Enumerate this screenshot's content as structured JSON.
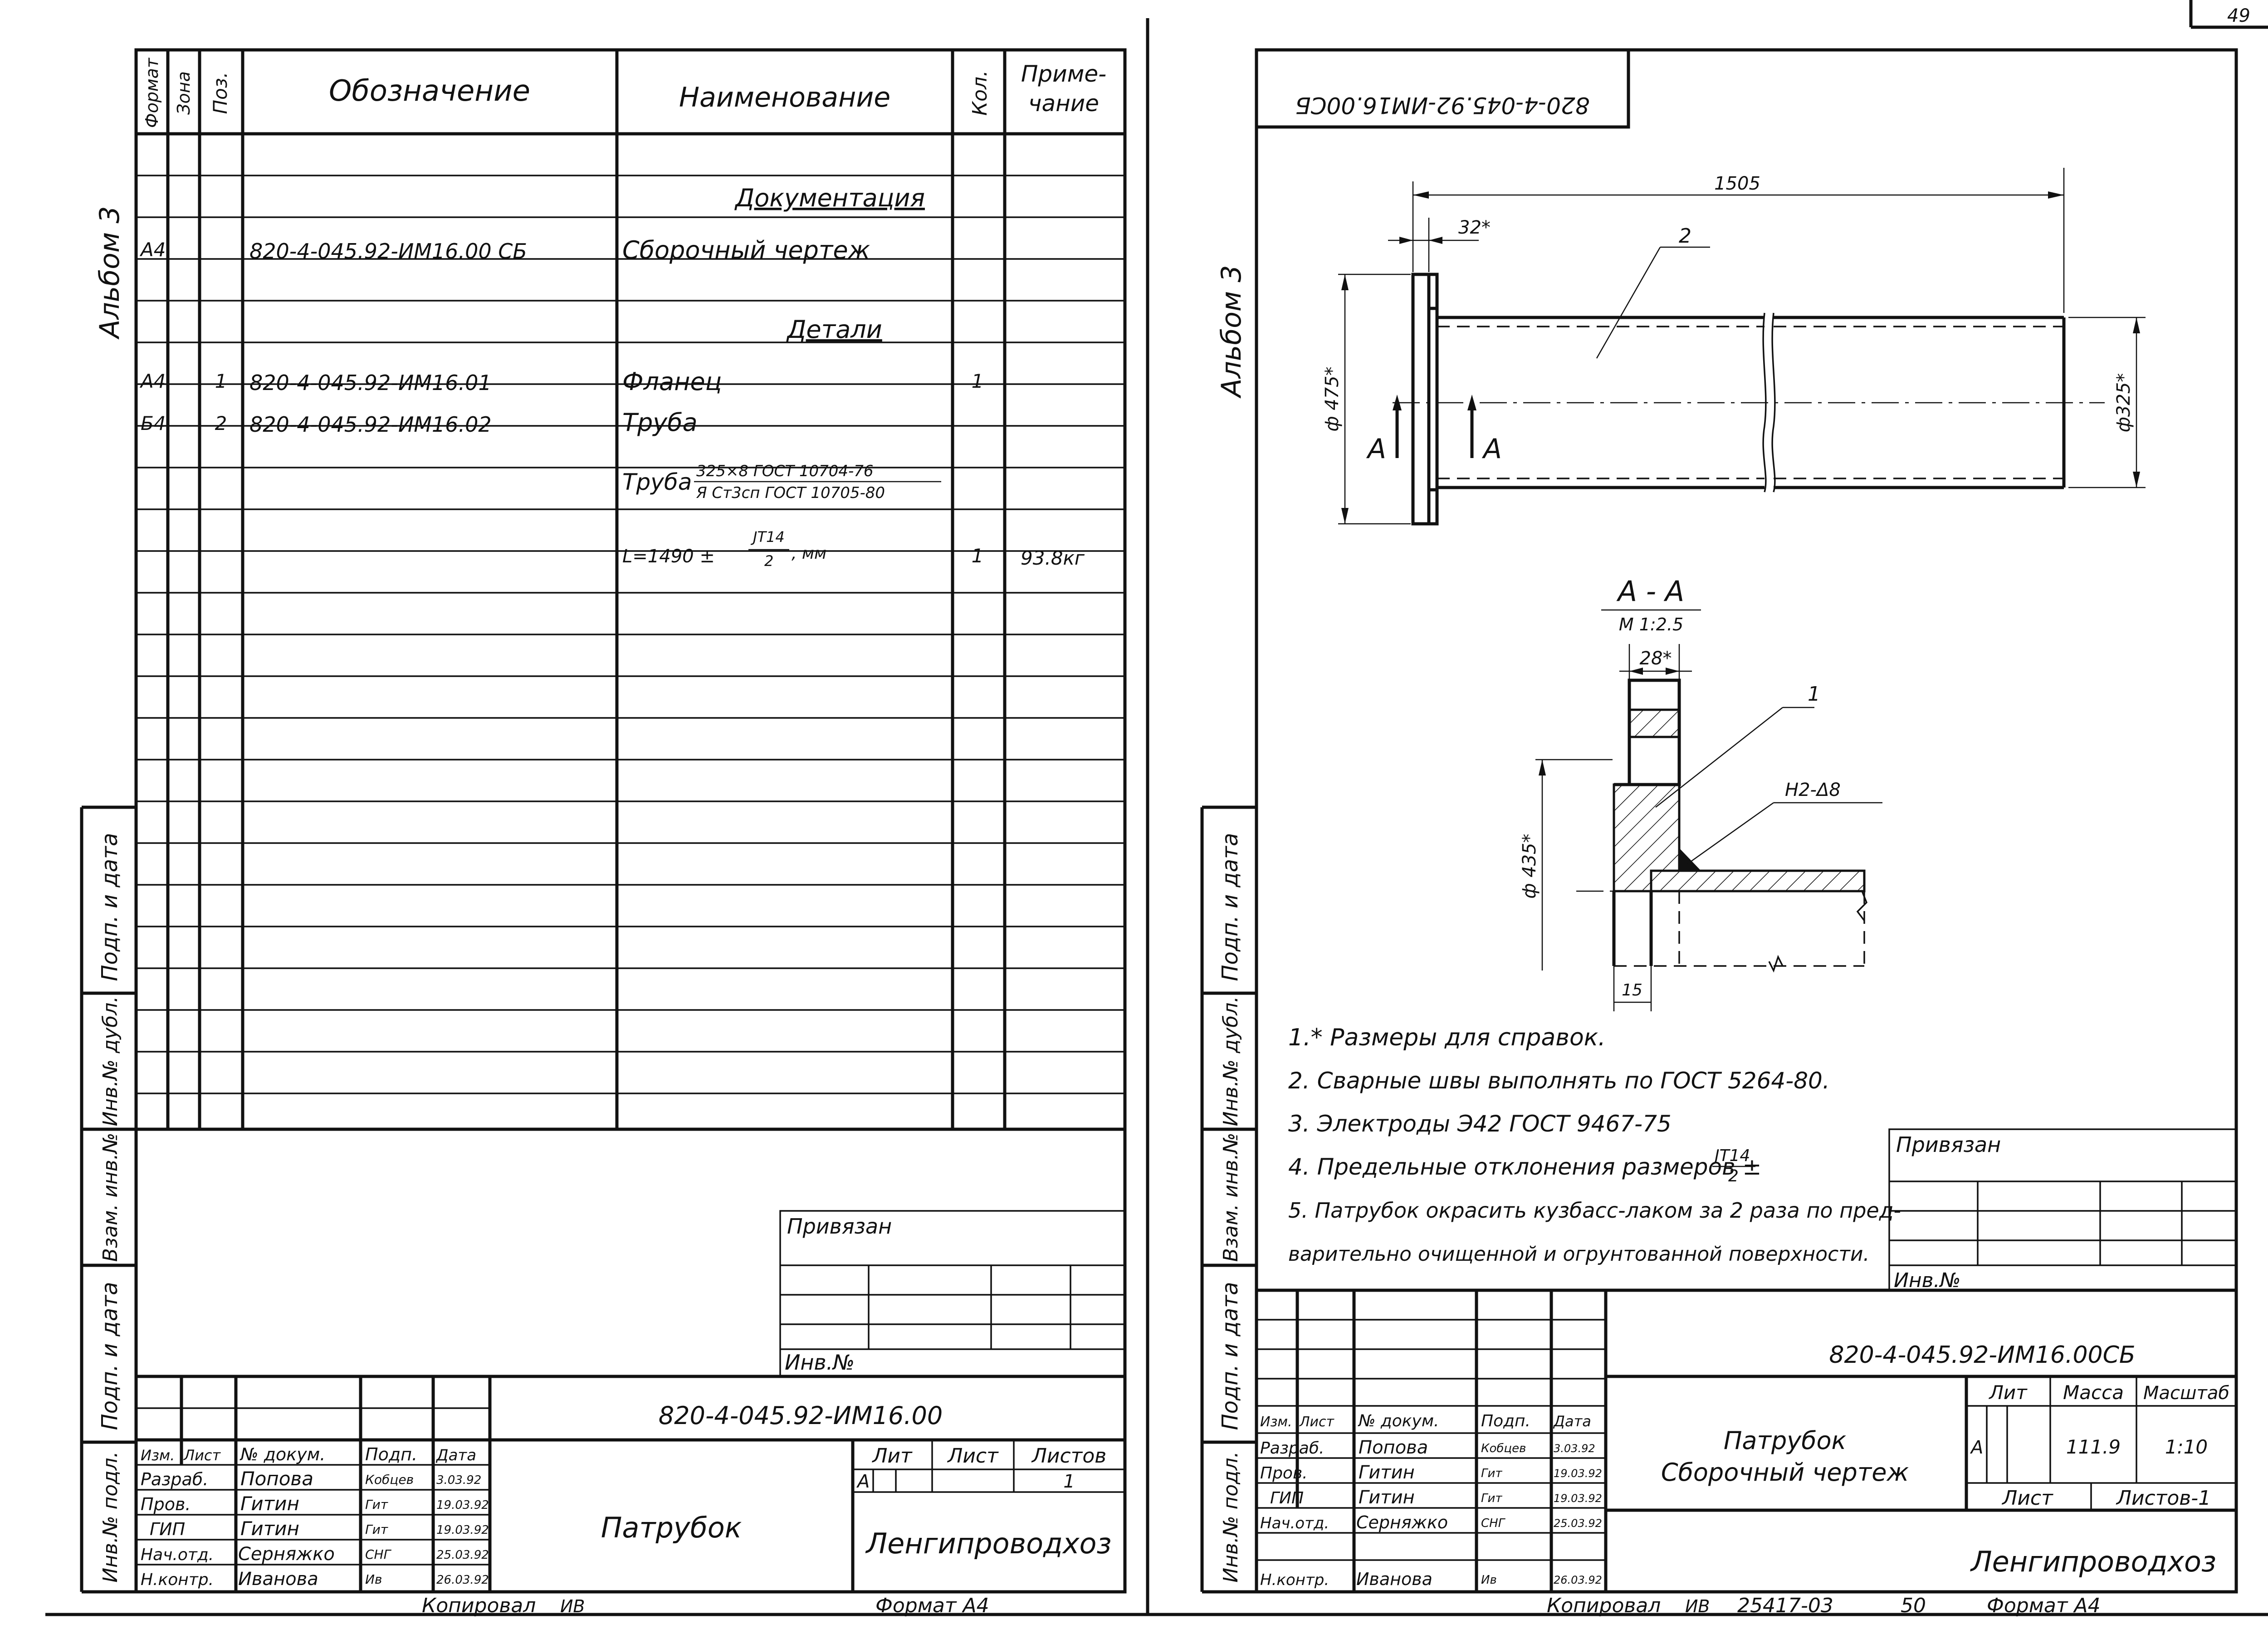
{
  "page_number": "49",
  "left_sheet": {
    "side_album": "Альбом 3",
    "headers": {
      "format": "Формат",
      "zone": "Зона",
      "pos": "Поз.",
      "designation": "Обозначение",
      "name": "Наименование",
      "qty": "Кол.",
      "note_line1": "Приме-",
      "note_line2": "чание"
    },
    "section_documentation": "Документация",
    "section_details": "Детали",
    "rows": [
      {
        "format": "А4",
        "pos": "",
        "designation": "820-4-045.92-ИМ16.00 СБ",
        "name": "Сборочный чертеж",
        "qty": "",
        "note": ""
      },
      {
        "format": "А4",
        "pos": "1",
        "designation": "820-4-045.92-ИМ16.01",
        "name": "Фланец",
        "qty": "1",
        "note": ""
      },
      {
        "format": "Б4",
        "pos": "2",
        "designation": "820-4-045.92-ИМ16.02",
        "name": "Труба",
        "qty": "",
        "note": ""
      }
    ],
    "pipe_spec": {
      "prefix": "Труба",
      "numerator": "325×8 ГОСТ 10704-76",
      "denominator": "Я Ст3сп ГОСТ 10705-80"
    },
    "length_spec": {
      "text": "L=1490 ±",
      "num": "JT14",
      "den": "2",
      "unit": ", мм",
      "qty": "1",
      "note": "93.8кг"
    },
    "side_stamp": [
      "Подп. и дата",
      "Инв.№ дубл.",
      "Взам. инв.№",
      "Подп. и дата",
      "Инв.№ подл."
    ],
    "privyazan": "Привязан",
    "inv_no": "Инв.№",
    "title_block": {
      "code": "820-4-045.92-ИМ16.00",
      "head": {
        "izm": "Изм.",
        "list": "Лист",
        "doc": "№ докум.",
        "sign": "Подп.",
        "date": "Дата"
      },
      "people": [
        {
          "role": "Разраб.",
          "name": "Попова",
          "sign": "Кобцев",
          "date": "3.03.92"
        },
        {
          "role": "Пров.",
          "name": "Гитин",
          "sign": "Гит",
          "date": "19.03.92"
        },
        {
          "role": "ГИП",
          "name": "Гитин",
          "sign": "Гит",
          "date": "19.03.92"
        },
        {
          "role": "Нач.отд.",
          "name": "Серняжко",
          "sign": "СНГ",
          "date": "25.03.92"
        },
        {
          "role": "Н.контр.",
          "name": "Иванова",
          "sign": "Ив",
          "date": "26.03.92"
        }
      ],
      "title": "Патрубок",
      "lit_label": "Лит",
      "list_label": "Лист",
      "listov_label": "Листов",
      "lit_value": "А",
      "listov_value": "1",
      "org": "Ленгипроводхоз"
    },
    "copied": "Копировал",
    "copied_by": "ИВ",
    "format": "Формат А4"
  },
  "right_sheet": {
    "side_album": "Альбом 3",
    "stamp_code": "820-4-045.92-ИМ16.00СБ",
    "dims": {
      "total": "1505",
      "flange_thk": "32*",
      "dia_flange": "ф 475*",
      "dia_pipe": "ф325*",
      "section_mark": "А",
      "section_title": "А - А",
      "section_scale": "М 1:2.5",
      "dim_28": "28*",
      "dia_435": "ф 435*",
      "dim_15": "15",
      "weld": "Н2-Δ8",
      "pos1": "1",
      "pos2": "2"
    },
    "notes": [
      "1.* Размеры для справок.",
      "2. Сварные швы выполнять по ГОСТ 5264-80.",
      "3. Электроды Э42 ГОСТ 9467-75",
      "4. Предельные отклонения размеров ±",
      "5. Патрубок окрасить кузбасс-лаком за 2 раза по пред-",
      "варительно очищенной и огрунтованной поверхности."
    ],
    "note4_frac": {
      "num": "JT14",
      "den": "2"
    },
    "privyazan": "Привязан",
    "inv_no": "Инв.№",
    "side_stamp": [
      "Подп. и дата",
      "Инв.№ дубл.",
      "Взам. инв.№",
      "Подп. и дата",
      "Инв.№ подл."
    ],
    "title_block": {
      "code": "820-4-045.92-ИМ16.00СБ",
      "head": {
        "izm": "Изм.",
        "list": "Лист",
        "doc": "№ докум.",
        "sign": "Подп.",
        "date": "Дата"
      },
      "people": [
        {
          "role": "Разраб.",
          "name": "Попова",
          "sign": "Кобцев",
          "date": "3.03.92"
        },
        {
          "role": "Пров.",
          "name": "Гитин",
          "sign": "Гит",
          "date": "19.03.92"
        },
        {
          "role": "ГИП",
          "name": "Гитин",
          "sign": "Гит",
          "date": "19.03.92"
        },
        {
          "role": "Нач.отд.",
          "name": "Серняжко",
          "sign": "СНГ",
          "date": "25.03.92"
        },
        {
          "role": "Н.контр.",
          "name": "Иванова",
          "sign": "Ив",
          "date": "26.03.92"
        }
      ],
      "title_line1": "Патрубок",
      "title_line2": "Сборочный чертеж",
      "lit_label": "Лит",
      "mass_label": "Масса",
      "scale_label": "Масштаб",
      "lit_value": "А",
      "mass_value": "111.9",
      "scale_value": "1:10",
      "list_label": "Лист",
      "listov_label": "Листов-1",
      "org": "Ленгипроводхоз"
    },
    "copied": "Копировал",
    "copied_by": "ИВ",
    "copied_code": "25417-03",
    "copied_sheet": "50",
    "format": "Формат А4"
  }
}
